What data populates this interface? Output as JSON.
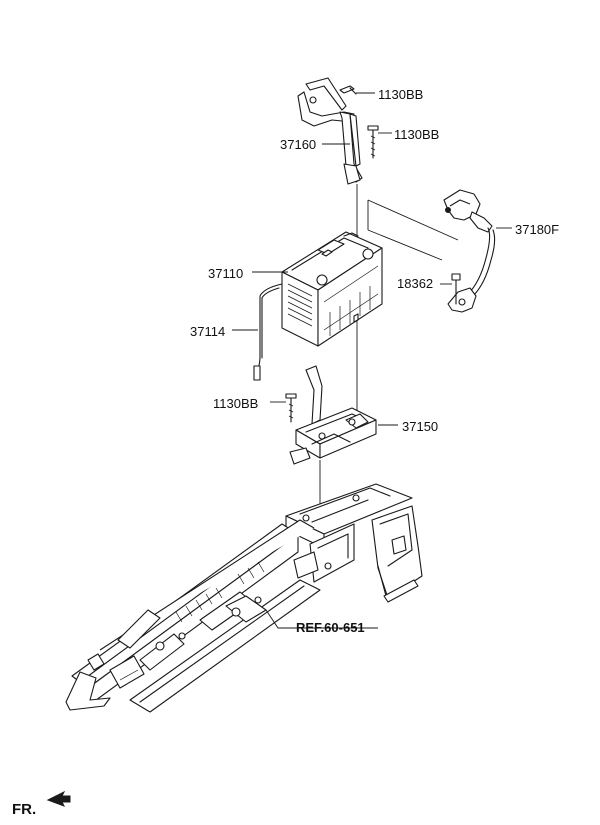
{
  "parts": [
    {
      "number": "1130BB",
      "key": "bolt_top"
    },
    {
      "number": "1130BB",
      "key": "bolt_clamp"
    },
    {
      "number": "37160",
      "key": "clamp"
    },
    {
      "number": "37180F",
      "key": "cable_sensor"
    },
    {
      "number": "37110",
      "key": "battery"
    },
    {
      "number": "18362",
      "key": "fuse"
    },
    {
      "number": "37114",
      "key": "vent_tube"
    },
    {
      "number": "1130BB",
      "key": "bolt_tray"
    },
    {
      "number": "37150",
      "key": "tray"
    }
  ],
  "reference": "REF.60-651",
  "direction_label": "FR."
}
